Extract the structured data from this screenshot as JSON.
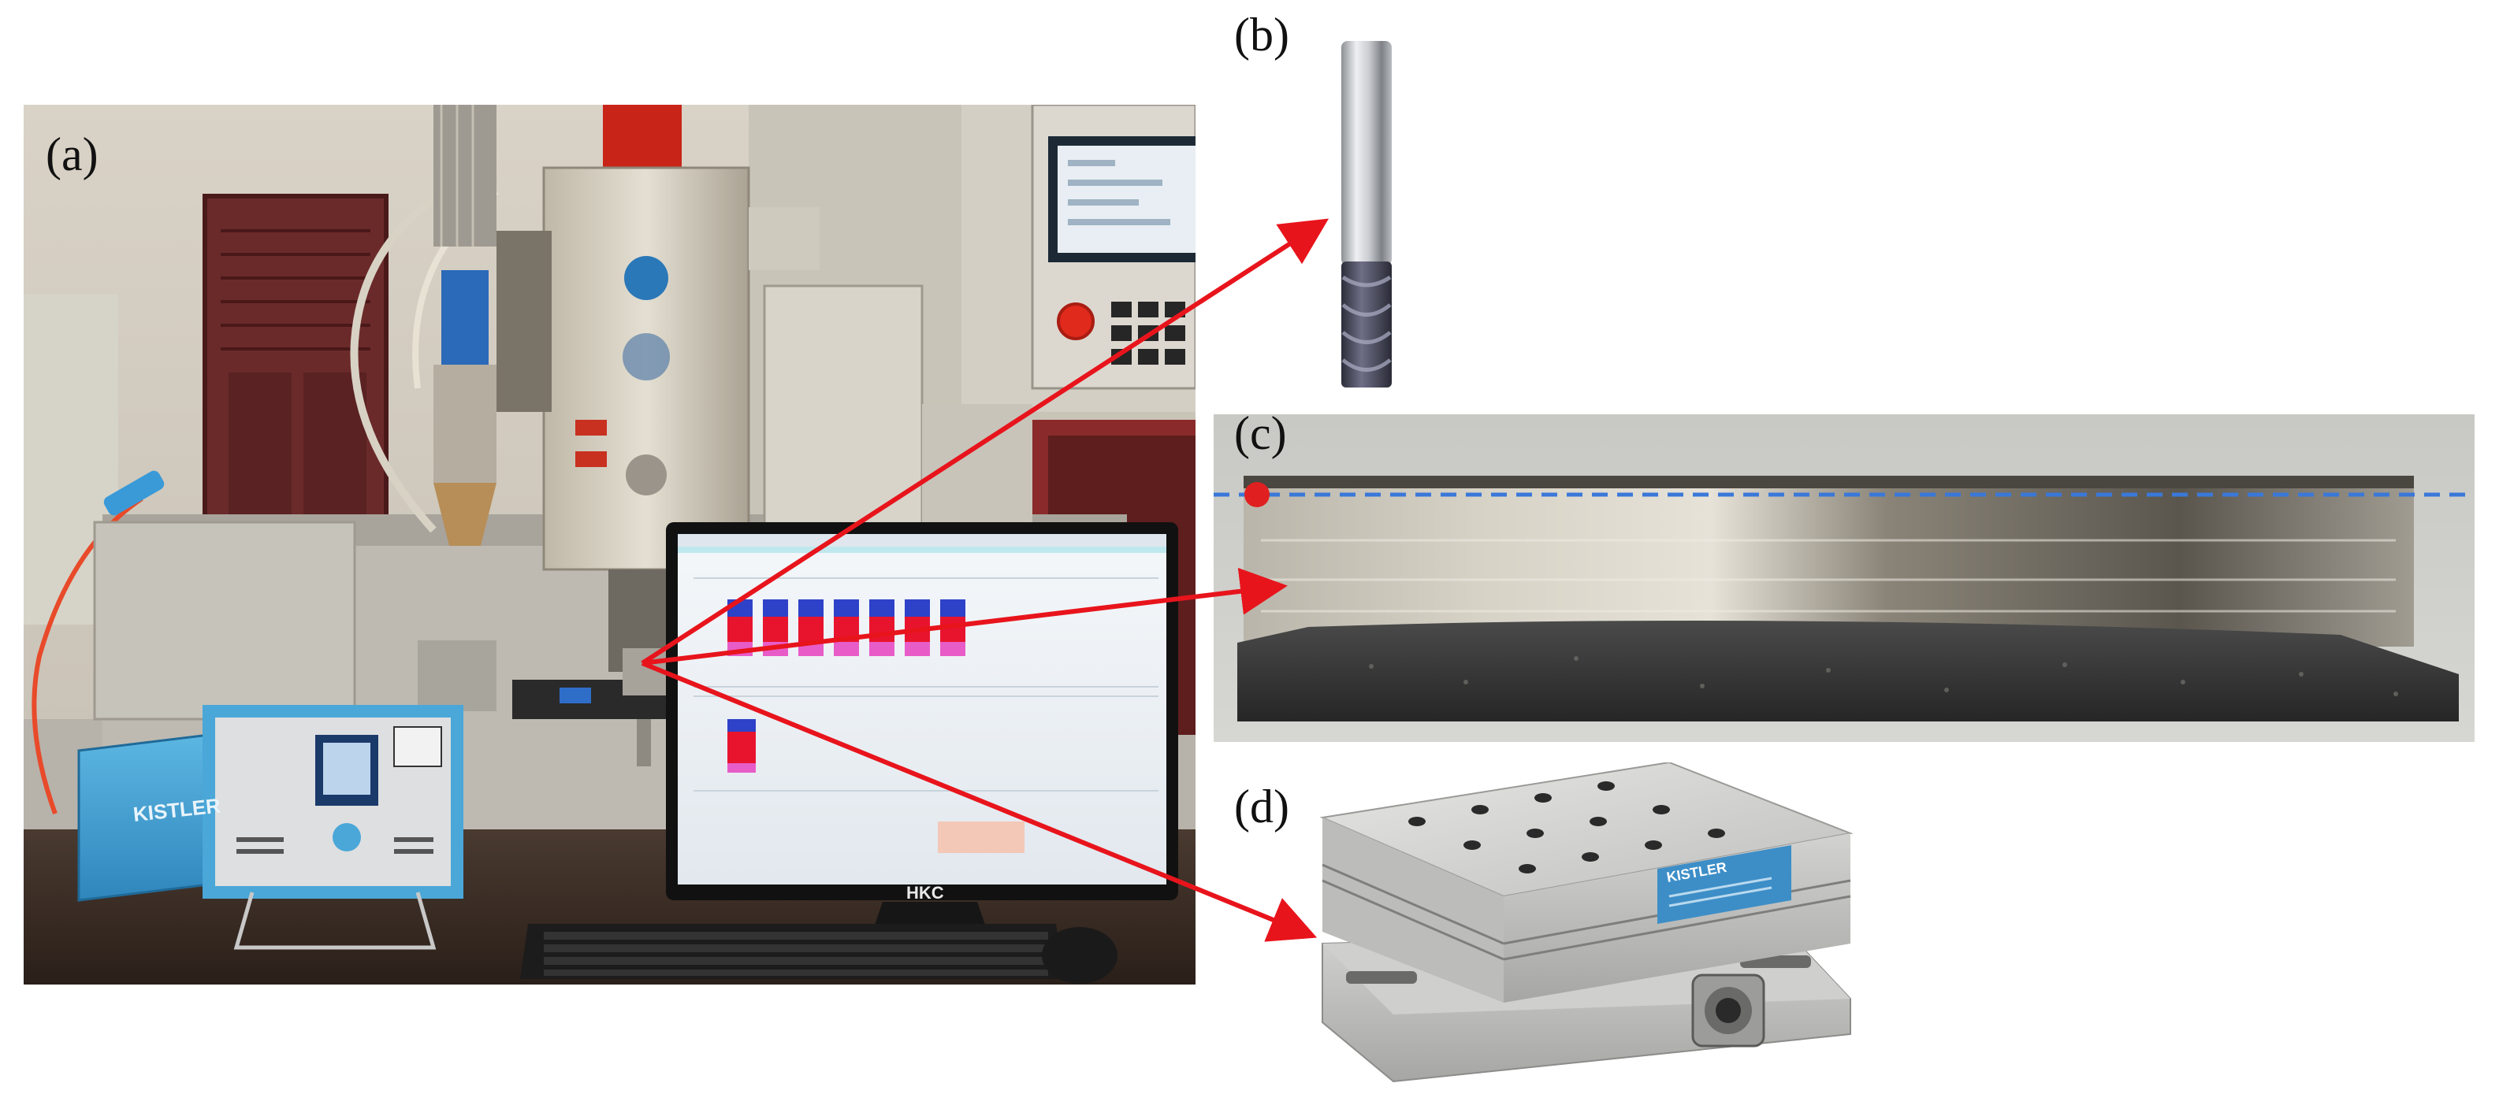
{
  "panels": {
    "a": {
      "label": "(a)"
    },
    "b": {
      "label": "(b)"
    },
    "c": {
      "label": "(c)"
    },
    "d": {
      "label": "(d)"
    }
  },
  "equipment": {
    "monitor_brand": "HKC",
    "dynamometer_brand": "KISTLER",
    "table_brand": "KISTLER"
  },
  "colors": {
    "arrow": "#e8141c",
    "reference_line": "#3a78d8",
    "marker": "#e02020",
    "sensor_case": "#4aa7d8",
    "bar_red": "#e8142e",
    "bar_blue": "#2d42c8",
    "bar_pink": "#e85cc8"
  },
  "icons": {
    "arrow": "arrowhead-icon",
    "marker": "red-dot-icon"
  }
}
